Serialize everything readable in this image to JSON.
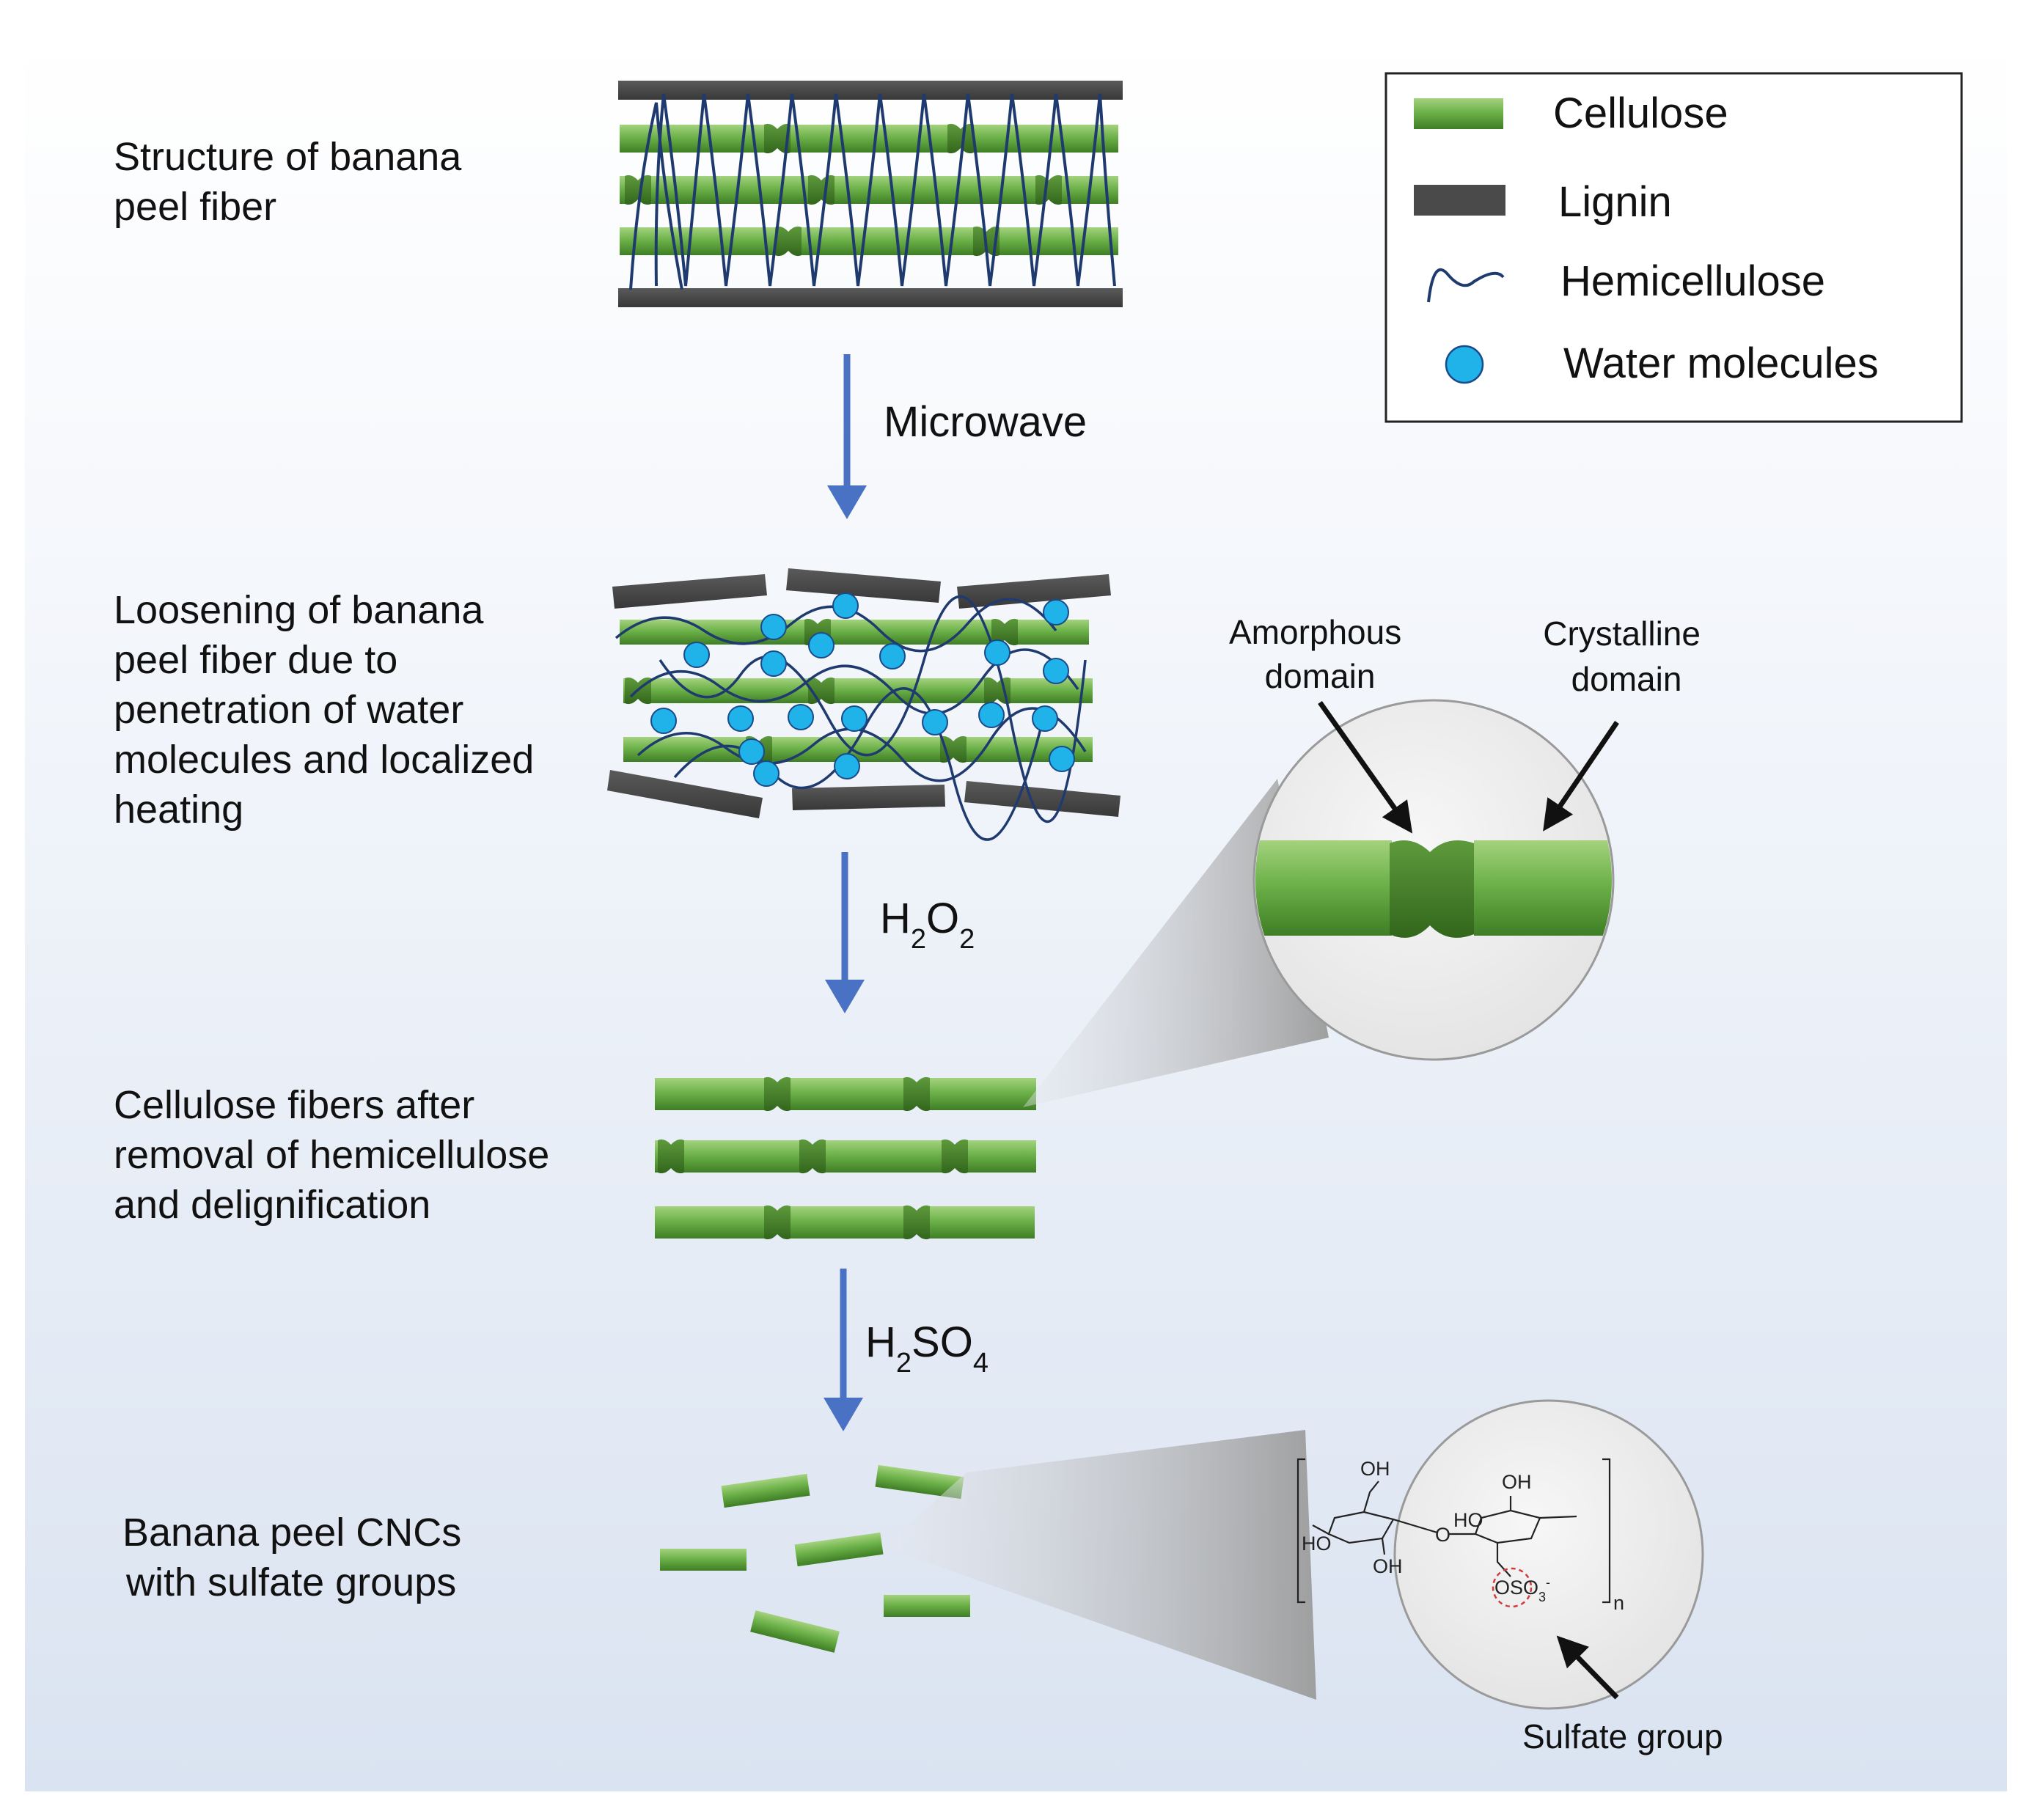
{
  "steps": [
    {
      "text": [
        "Structure of banana",
        "peel fiber"
      ]
    },
    {
      "text": [
        "Loosening of banana",
        "peel fiber due to",
        "penetration of water",
        "molecules and localized",
        "heating"
      ]
    },
    {
      "text": [
        "Cellulose fibers after",
        "removal of hemicellulose",
        "and delignification"
      ]
    },
    {
      "text": [
        "Banana peel CNCs",
        "with sulfate groups"
      ]
    }
  ],
  "arrows": [
    {
      "label": "Microwave"
    },
    {
      "label_main": "H",
      "sub1": "2",
      "mid": "O",
      "sub2": "2"
    },
    {
      "label_main": "H",
      "sub1": "2",
      "mid": "SO",
      "sub2": "4"
    }
  ],
  "legend": {
    "items": [
      {
        "label": "Cellulose",
        "icon": "cellulose-bar-icon"
      },
      {
        "label": "Lignin",
        "icon": "lignin-bar-icon"
      },
      {
        "label": "Hemicellulose",
        "icon": "hemicellulose-wave-icon"
      },
      {
        "label": "Water molecules",
        "icon": "water-molecule-icon"
      }
    ]
  },
  "zoom1": {
    "amorphous": [
      "Amorphous",
      "domain"
    ],
    "crystalline": [
      "Crystalline",
      "domain"
    ]
  },
  "zoom2": {
    "sulfate_label": "Sulfate group",
    "chem": {
      "oh_top1": "OH",
      "oh_top2": "OH",
      "ho_left": "HO",
      "oh_bottom": "OH",
      "ho_mid": "HO",
      "o_link": "O",
      "oso3": "OSO",
      "oso3_sub": "3",
      "oso3_sup": "-",
      "n": "n"
    }
  },
  "colors": {
    "cellulose": "#6aa84f",
    "cellulose_dark": "#3f7a29",
    "lignin": "#4a4a4a",
    "hemicellulose": "#1f3a6e",
    "water": "#1fb3ea",
    "arrow": "#4a72c4",
    "background_top": "#ffffff",
    "background_bottom": "#dde5f2"
  }
}
